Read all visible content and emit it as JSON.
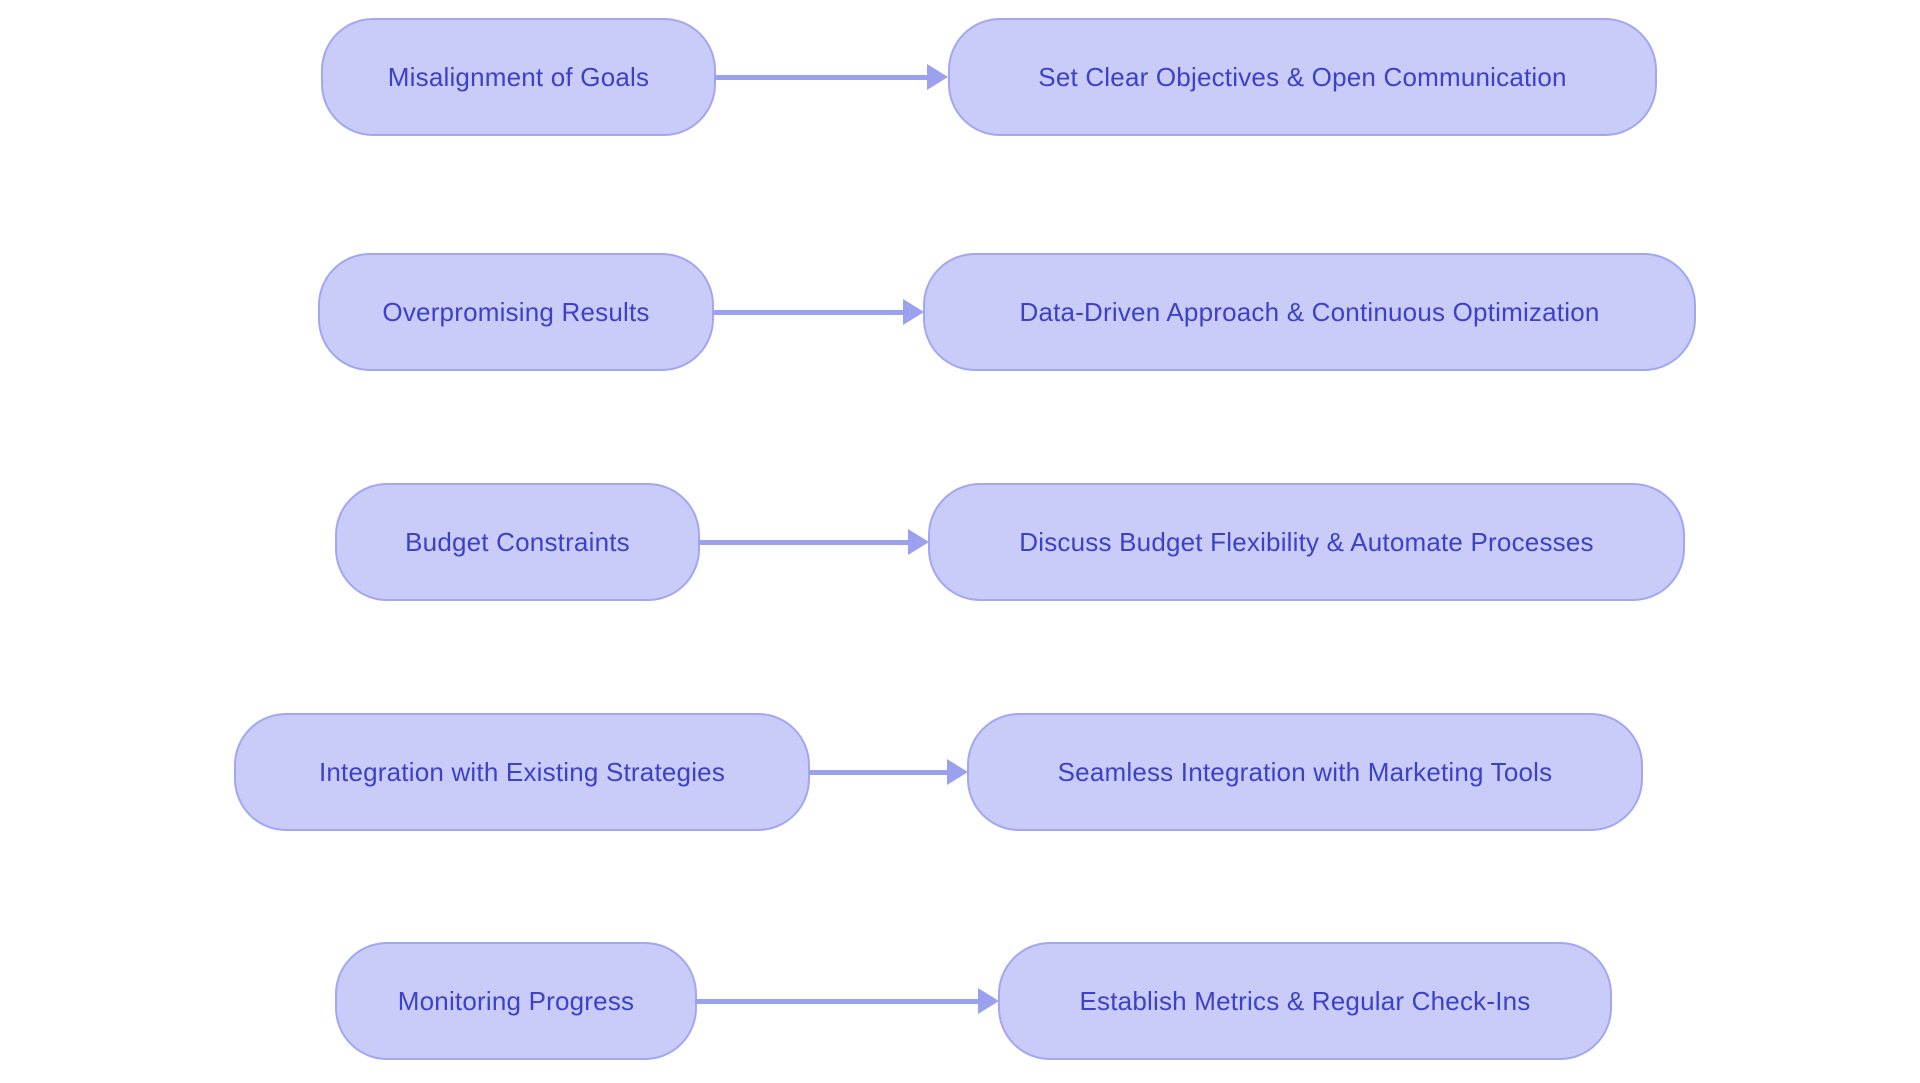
{
  "diagram": {
    "type": "flowchart-challenge-solution",
    "colors": {
      "background": "#ffffff",
      "node_fill": "#c9cbf9",
      "node_border": "#a3a7f1",
      "text": "#3d41c6",
      "arrow": "#9aa1ef"
    },
    "rows": [
      {
        "challenge": "Misalignment of Goals",
        "solution": "Set Clear Objectives & Open Communication"
      },
      {
        "challenge": "Overpromising Results",
        "solution": "Data-Driven Approach & Continuous Optimization"
      },
      {
        "challenge": "Budget Constraints",
        "solution": "Discuss Budget Flexibility & Automate Processes"
      },
      {
        "challenge": "Integration with Existing Strategies",
        "solution": "Seamless Integration with Marketing Tools"
      },
      {
        "challenge": "Monitoring Progress",
        "solution": "Establish Metrics & Regular Check-Ins"
      }
    ]
  }
}
